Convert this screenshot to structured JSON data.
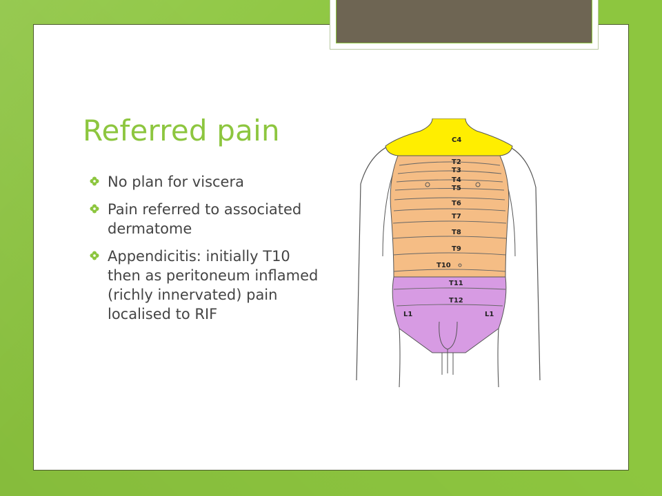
{
  "slide": {
    "title": "Referred pain",
    "bullets": [
      "No plan for viscera",
      "Pain referred to associated dermatome",
      "Appendicitis: initially T10 then as peritoneum inflamed (richly innervated) pain localised to RIF"
    ]
  },
  "figure": {
    "labels": [
      "C4",
      "T2",
      "T3",
      "T4",
      "T5",
      "T6",
      "T7",
      "T8",
      "T9",
      "T10",
      "T11",
      "T12",
      "L1",
      "L1"
    ]
  },
  "colors": {
    "background": "#8dc63f",
    "title": "#8dc63f",
    "panel_accent": "#6e6553",
    "c4_band": "#ffee00",
    "thoracic_bands": "#f5bd85",
    "lumbar_band": "#d79be3"
  },
  "icons": {
    "bullet": "clover-bullet-icon"
  }
}
